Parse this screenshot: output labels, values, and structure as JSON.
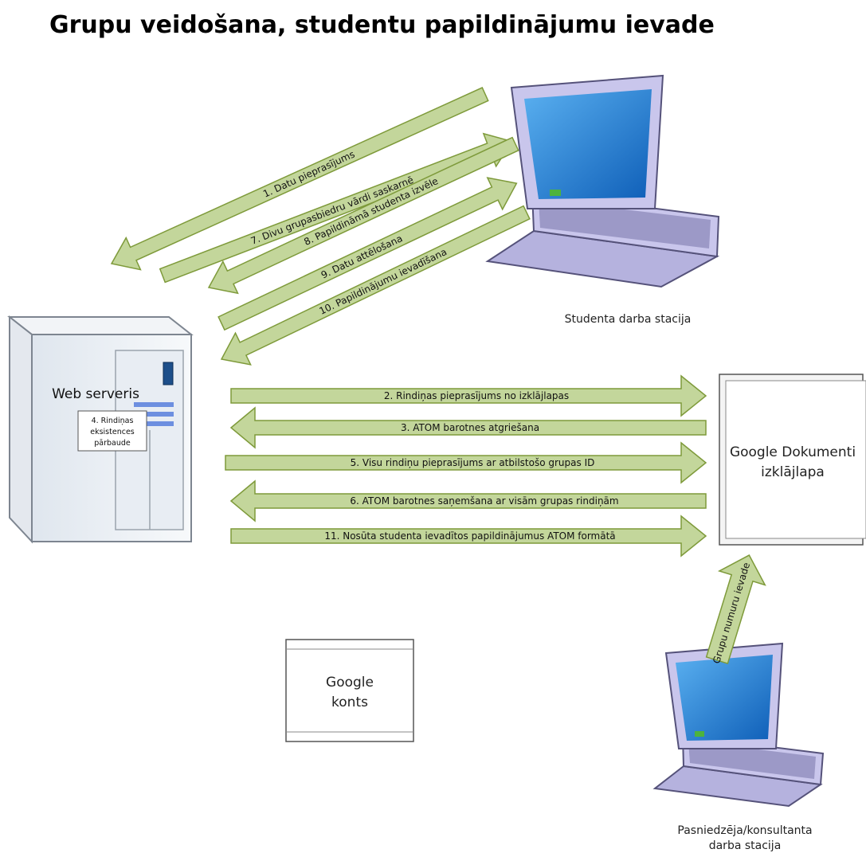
{
  "title": "Grupu veidošana, studentu papildinājumu ievade",
  "nodes": {
    "web_server": {
      "label": "Web serveris",
      "check_note": [
        "4. Rindiņas",
        "eksistences",
        "pārbaude"
      ]
    },
    "student_station": {
      "label": "Studenta darba stacija"
    },
    "teacher_station": {
      "label_line1": "Pasniedzēja/konsultanta",
      "label_line2": "darba stacija"
    },
    "google_docs": {
      "label_line1": "Google Dokumenti",
      "label_line2": "izklājlapa"
    },
    "google_account": {
      "label_line1": "Google",
      "label_line2": "konts"
    }
  },
  "arrows": {
    "a1": "1. Datu pieprasījums",
    "a7": "7. Divu grupasbiedru vārdi saskarnē",
    "a8": "8. Papildināmā studenta izvēle",
    "a9": "9. Datu attēlošana",
    "a10": "10. Papildinājumu ievadīšana",
    "a2": "2. Rindiņas pieprasījums no izklājlapas",
    "a3": "3. ATOM barotnes atgriešana",
    "a5": "5. Visu rindiņu pieprasījums ar atbilstošo grupas ID",
    "a6": "6. ATOM barotnes saņemšana ar visām grupas rindiņām",
    "a11": "11. Nosūta studenta ievadītos papildinājumus ATOM formātā",
    "group": "Grupu numuru ievade"
  },
  "colors": {
    "arrow_fill": "#c3d69b",
    "arrow_stroke": "#7e9a3a",
    "laptop_body": "#c9c6ec",
    "screen": "#1f7fd6"
  }
}
